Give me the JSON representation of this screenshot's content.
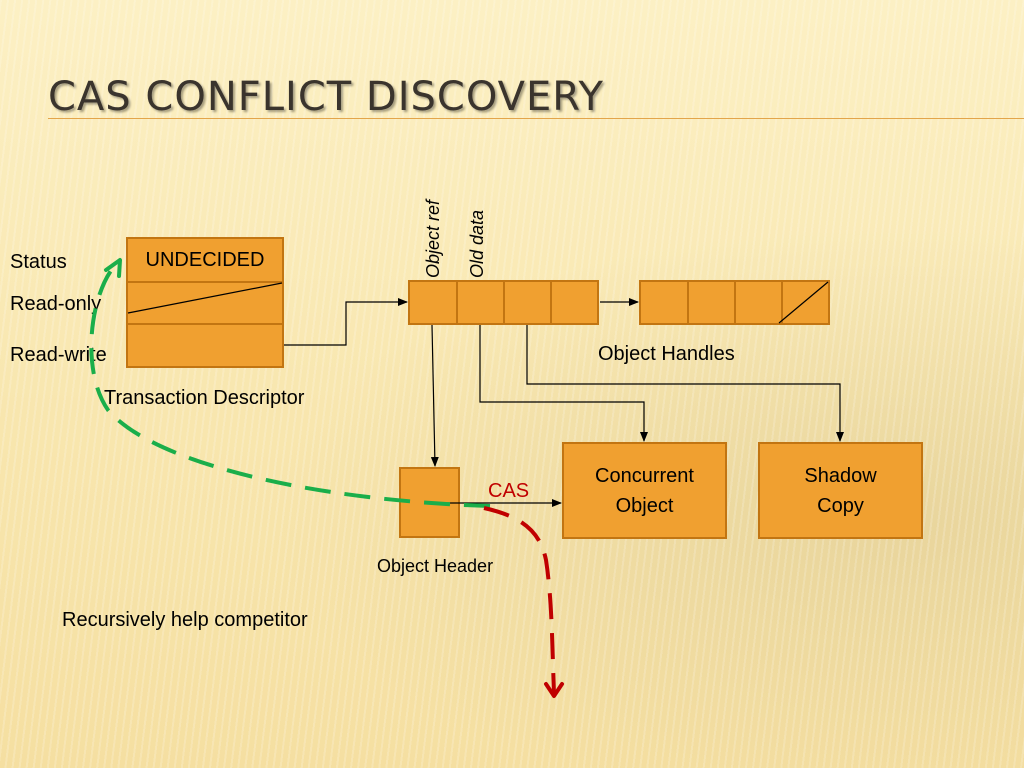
{
  "title": "CAS CONFLICT DISCOVERY",
  "descriptor": {
    "status_label": "Status",
    "read_only_label": "Read-only",
    "read_write_label": "Read-write",
    "status_value": "UNDECIDED",
    "caption": "Transaction Descriptor"
  },
  "handles": {
    "object_ref_label": "Object ref",
    "old_data_label": "Old data",
    "caption": "Object Handles"
  },
  "header": {
    "caption": "Object Header",
    "cas_label": "CAS"
  },
  "concurrent": {
    "line1": "Concurrent",
    "line2": "Object"
  },
  "shadow": {
    "line1": "Shadow",
    "line2": "Copy"
  },
  "note": "Recursively help competitor",
  "colors": {
    "box_fill": "#f0a030",
    "box_border": "#c27512",
    "green_path": "#1aae4a",
    "red_path": "#c00000",
    "title_rule": "#e3a54a"
  }
}
